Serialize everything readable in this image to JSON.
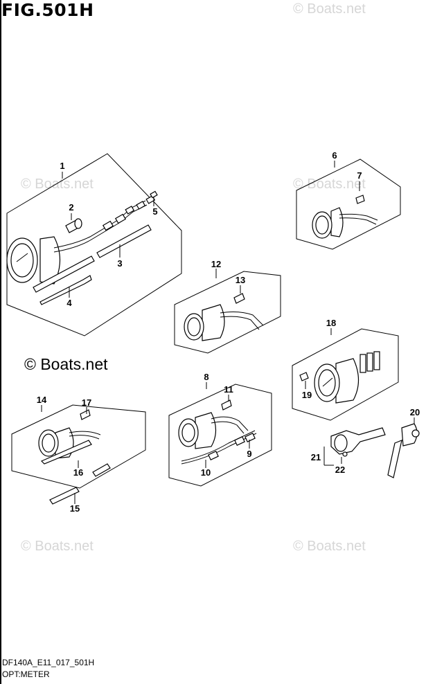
{
  "figure": {
    "title": "FIG.501H",
    "code": "DF140A_E11_017_501H",
    "caption": "OPT:METER"
  },
  "watermarks": {
    "light": "© Boats.net",
    "dark": "© Boats.net"
  },
  "part_numbers": [
    "1",
    "2",
    "3",
    "4",
    "5",
    "6",
    "7",
    "8",
    "9",
    "10",
    "11",
    "12",
    "13",
    "14",
    "15",
    "16",
    "17",
    "18",
    "19",
    "20",
    "21",
    "22"
  ]
}
